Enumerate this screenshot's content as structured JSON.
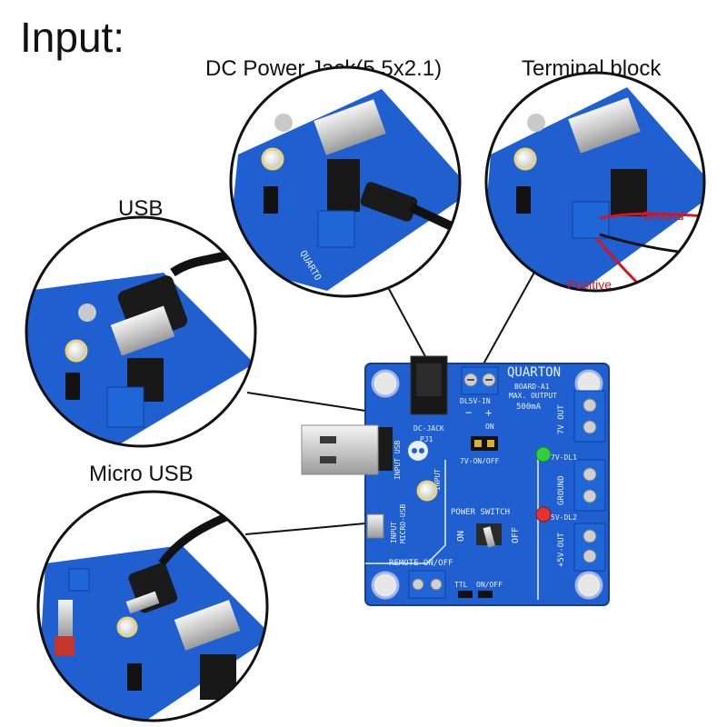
{
  "heading": "Input:",
  "labels": {
    "dc_jack": "DC Power Jack(5.5x2.1)",
    "terminal_block": "Terminal block",
    "usb": "USB",
    "micro_usb": "Micro USB"
  },
  "wires": {
    "ground": "Ground",
    "positive": "Positive"
  },
  "board": {
    "brand": "QUARTON",
    "model": "BOARD-A1",
    "max_output": "MAX. OUTPUT",
    "current": "500mA",
    "dl5v_in": "DL5V-IN",
    "minus": "−",
    "plus": "+",
    "dc_jack": "DC-JACK",
    "pj1": "PJ1",
    "on": "ON",
    "jumper_7v": "7V-ON/OFF",
    "input_usb": "INPUT USB",
    "input_micro": "INPUT",
    "micro_usb": "MICRO-USB",
    "input": "INPUT",
    "power_switch": "POWER SWITCH",
    "sw_on": "ON",
    "sw_off": "OFF",
    "remote": "REMOTE ON/OFF",
    "ttl": "TTL",
    "on_off": "ON/OFF",
    "out_7v": "7V OUT",
    "dl1": "7V-DL1",
    "ground": "GROUND",
    "dl2": "5V-DL2",
    "out_5v": "+5V-OUT"
  },
  "colors": {
    "pcb": "#1f5fd0",
    "pcb_dark": "#143f96",
    "terminal": "#1f67d8",
    "wire_red": "#d8141c"
  }
}
